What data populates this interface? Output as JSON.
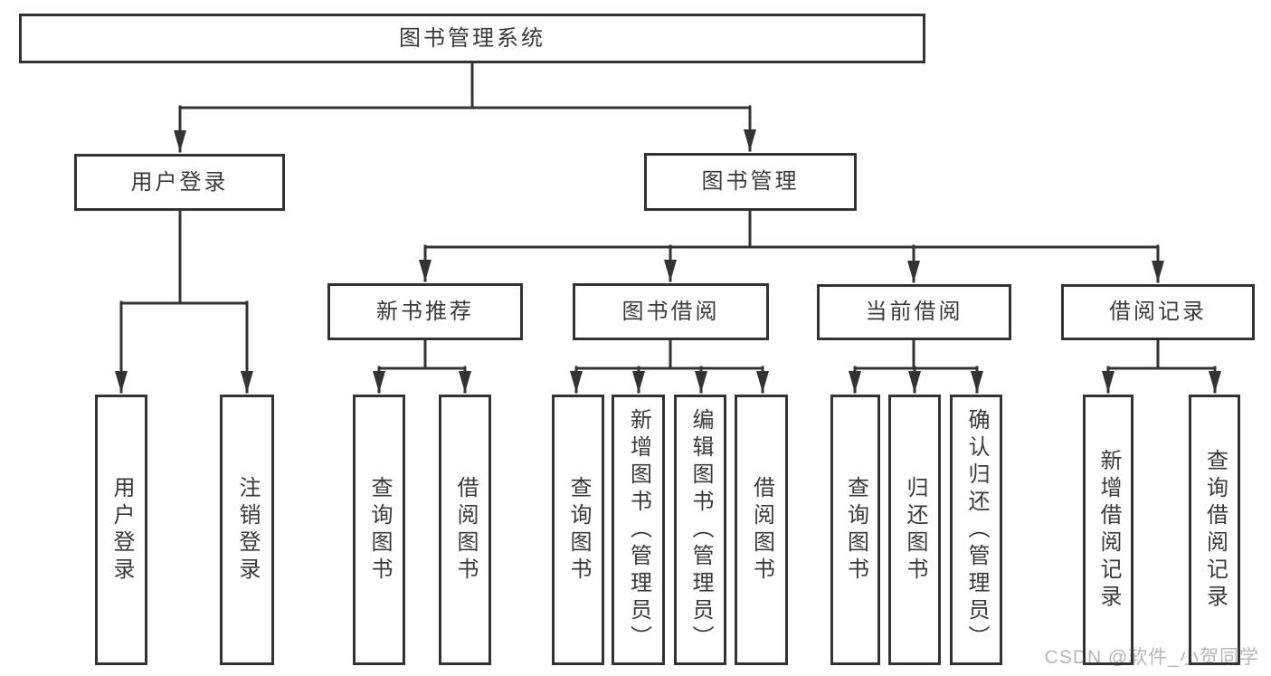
{
  "diagram": {
    "root": {
      "label": "图书管理系统"
    },
    "branches": [
      {
        "label": "用户登录",
        "children": [
          {
            "label": "用户登录"
          },
          {
            "label": "注销登录"
          }
        ]
      },
      {
        "label": "图书管理",
        "children": [
          {
            "label": "新书推荐",
            "children": [
              {
                "label": "查询图书"
              },
              {
                "label": "借阅图书"
              }
            ]
          },
          {
            "label": "图书借阅",
            "children": [
              {
                "label": "查询图书"
              },
              {
                "label": "新增图书（管理员）"
              },
              {
                "label": "编辑图书（管理员）"
              },
              {
                "label": "借阅图书"
              }
            ]
          },
          {
            "label": "当前借阅",
            "children": [
              {
                "label": "查询图书"
              },
              {
                "label": "归还图书"
              },
              {
                "label": "确认归还（管理员）"
              }
            ]
          },
          {
            "label": "借阅记录",
            "children": [
              {
                "label": "新增借阅记录"
              },
              {
                "label": "查询借阅记录"
              }
            ]
          }
        ]
      }
    ]
  },
  "watermark": {
    "text": "CSDN @软件_小贺同学"
  },
  "colors": {
    "line": "#333333",
    "box_border": "#333333",
    "box_fill": "#ffffff",
    "text": "#3a3a3a",
    "watermark": "#b4b6bf",
    "background": "#ffffff"
  }
}
